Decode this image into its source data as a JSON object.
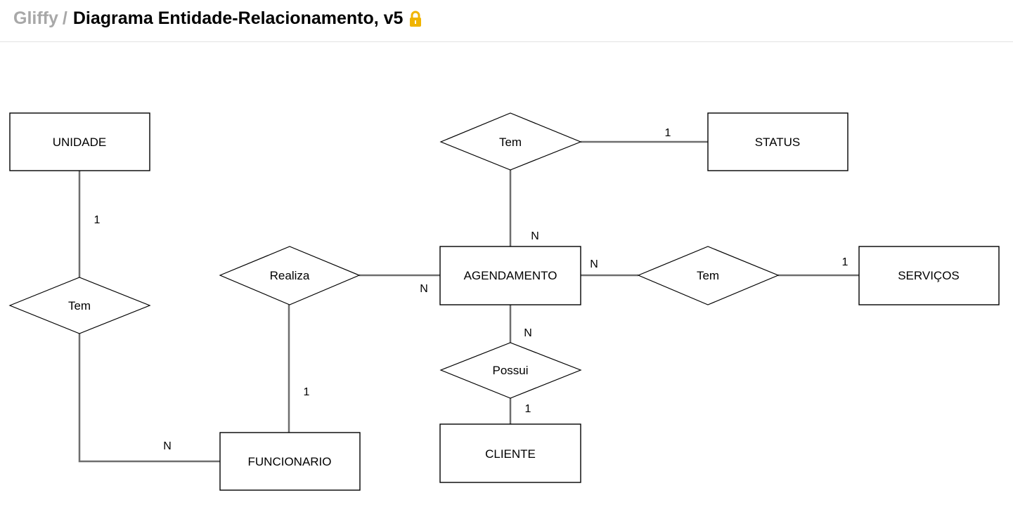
{
  "header": {
    "app": "Gliffy",
    "separator": "/",
    "title": "Diagrama Entidade-Relacionamento, v5",
    "lock_icon": "lock-icon",
    "lock_color": "#f0b400"
  },
  "diagram": {
    "entities": {
      "unidade": "UNIDADE",
      "status": "STATUS",
      "agendamento": "AGENDAMENTO",
      "servicos": "SERVIÇOS",
      "funcionario": "FUNCIONARIO",
      "cliente": "CLIENTE"
    },
    "relationships": {
      "tem_unidade": "Tem",
      "realiza": "Realiza",
      "tem_status": "Tem",
      "tem_servicos": "Tem",
      "possui": "Possui"
    },
    "cardinalities": {
      "unidade_tem": "1",
      "tem_funcionario": "N",
      "realiza_funcionario": "1",
      "realiza_agendamento": "N",
      "status_tem": "1",
      "tem_agendamento": "N",
      "agendamento_tem_servicos": "N",
      "servicos_tem": "1",
      "agendamento_possui": "N",
      "possui_cliente": "1"
    }
  }
}
